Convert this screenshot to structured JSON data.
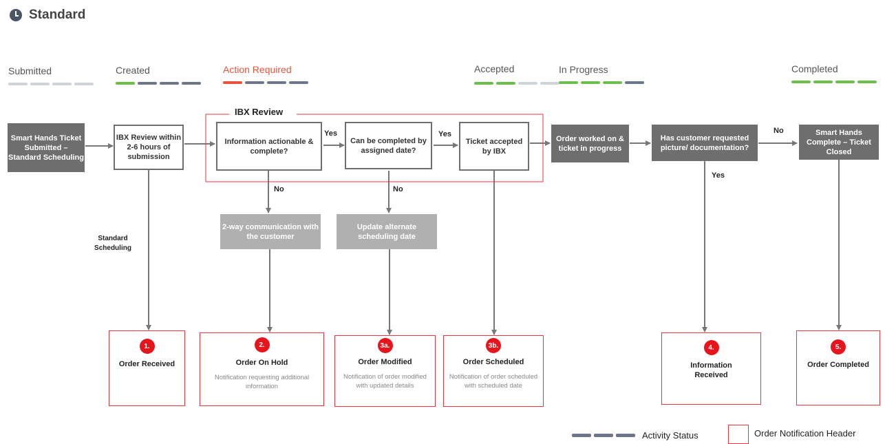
{
  "header": {
    "title": "Standard",
    "icon": "clock-icon"
  },
  "stages": [
    {
      "label": "Submitted",
      "bars": [
        "l",
        "l",
        "l",
        "l"
      ]
    },
    {
      "label": "Created",
      "bars": [
        "g",
        "d",
        "d",
        "d"
      ]
    },
    {
      "label": "Action Required",
      "bars": [
        "r",
        "d",
        "d",
        "d"
      ]
    },
    {
      "label": "Accepted",
      "bars": [
        "g",
        "g",
        "l",
        "l"
      ]
    },
    {
      "label": "In Progress",
      "bars": [
        "g",
        "g",
        "g",
        "d"
      ]
    },
    {
      "label": "Completed",
      "bars": [
        "g",
        "g",
        "g",
        "g"
      ]
    }
  ],
  "group": {
    "label": "IBX Review"
  },
  "nodes": {
    "ticket_submitted": "Smart Hands Ticket Submitted – Standard Scheduling",
    "ibx_review": "IBX Review within 2-6 hours of submission",
    "info_actionable": "Information actionable & complete?",
    "can_complete": "Can be completed by assigned date?",
    "ticket_accepted": "Ticket accepted by IBX",
    "order_worked": "Order worked on & ticket in progress",
    "has_requested": "Has customer requested picture/ documentation?",
    "complete_closed": "Smart Hands Complete – Ticket Closed",
    "two_way": "2-way communication with the customer",
    "update_date": "Update alternate scheduling date"
  },
  "edge_labels": {
    "yes1": "Yes",
    "yes2": "Yes",
    "no1": "No",
    "no2": "No",
    "no3": "No",
    "yes3": "Yes",
    "standard_scheduling": "Standard Scheduling"
  },
  "notifications": [
    {
      "badge": "1.",
      "title": "Order Received",
      "desc": ""
    },
    {
      "badge": "2.",
      "title": "Order On Hold",
      "desc": "Notification requesting additional information"
    },
    {
      "badge": "3a.",
      "title": "Order Modified",
      "desc": "Notification of order modified with updated details"
    },
    {
      "badge": "3b.",
      "title": "Order Scheduled",
      "desc": "Notification of order scheduled with scheduled date"
    },
    {
      "badge": "4.",
      "title": "Information Received",
      "desc": ""
    },
    {
      "badge": "5.",
      "title": "Order Completed",
      "desc": ""
    }
  ],
  "legend": {
    "activity_status": "Activity Status",
    "order_notification": "Order Notification Header"
  },
  "colors": {
    "dark_node": "#6e6e6e",
    "light_node": "#b0b0b0",
    "notification_border": "#e8343c",
    "badge": "#e8141c",
    "action_required": "#e8533c",
    "green": "#6cbf4b"
  }
}
